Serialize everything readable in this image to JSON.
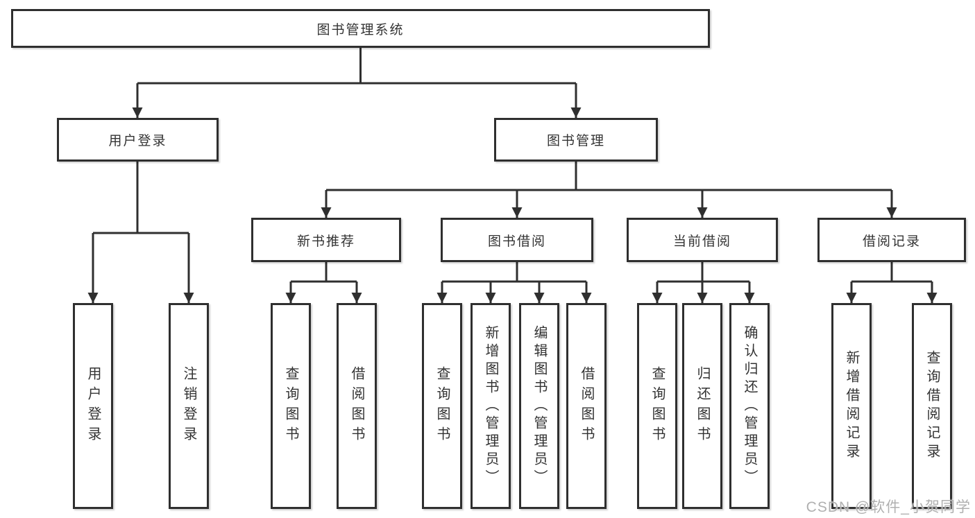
{
  "diagram_title": "图书管理系统",
  "tree": {
    "label": "图书管理系统",
    "children": [
      {
        "label": "用户登录",
        "children": [
          {
            "label": "用户登录"
          },
          {
            "label": "注销登录"
          }
        ]
      },
      {
        "label": "图书管理",
        "children": [
          {
            "label": "新书推荐",
            "children": [
              {
                "label": "查询图书"
              },
              {
                "label": "借阅图书"
              }
            ]
          },
          {
            "label": "图书借阅",
            "children": [
              {
                "label": "查询图书"
              },
              {
                "label": "新增图书（管理员）"
              },
              {
                "label": "编辑图书（管理员）"
              },
              {
                "label": "借阅图书"
              }
            ]
          },
          {
            "label": "当前借阅",
            "children": [
              {
                "label": "查询图书"
              },
              {
                "label": "归还图书"
              },
              {
                "label": "确认归还（管理员）"
              }
            ]
          },
          {
            "label": "借阅记录",
            "children": [
              {
                "label": "新增借阅记录"
              },
              {
                "label": "查询借阅记录"
              }
            ]
          }
        ]
      }
    ]
  },
  "watermark": "CSDN @软件_小贺同学",
  "colors": {
    "line": "#2f2f2f",
    "box_border": "#2f2f2f",
    "text": "#333333",
    "watermark": "#b0b0b0",
    "background": "#ffffff"
  }
}
